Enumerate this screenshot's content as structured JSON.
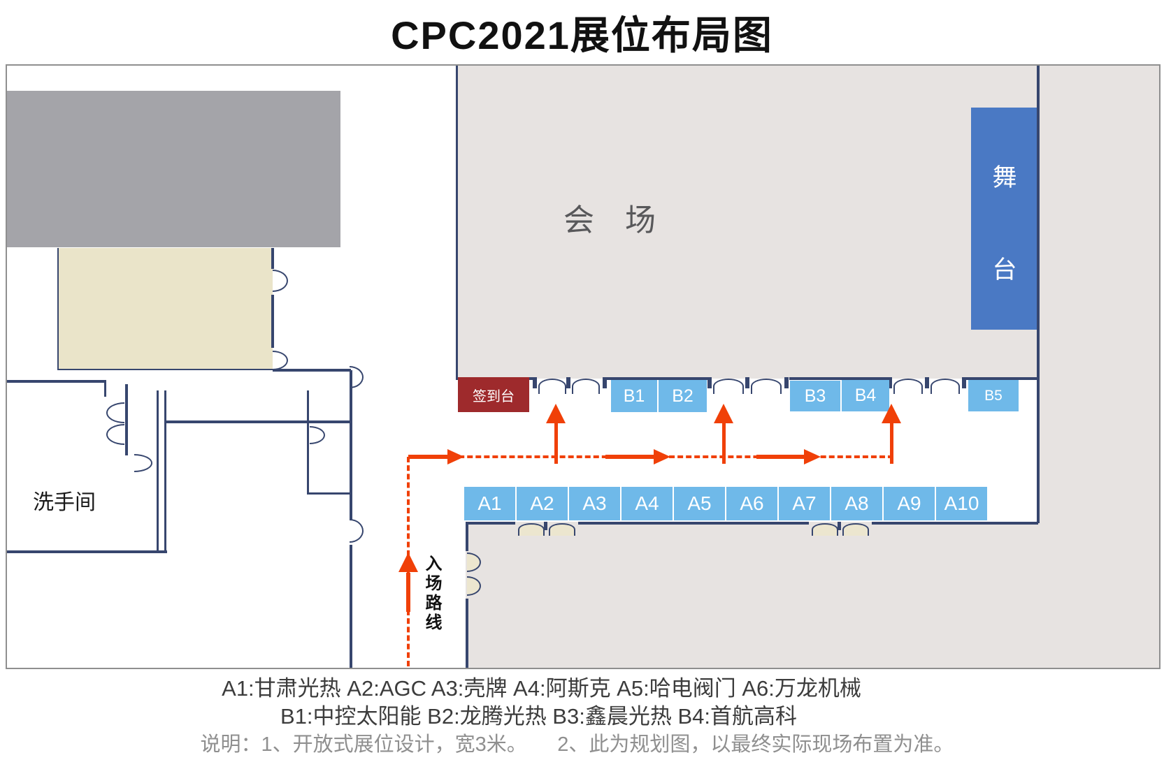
{
  "title": "CPC2021展位布局图",
  "plan": {
    "hall_label": "会　场",
    "stage": {
      "char1": "舞",
      "char2": "台"
    },
    "signin_label": "签到台",
    "restroom_label": "洗手间",
    "route_label": "入场路线",
    "a_booths": [
      "A1",
      "A2",
      "A3",
      "A4",
      "A5",
      "A6",
      "A7",
      "A8",
      "A9",
      "A10"
    ],
    "b_booths": [
      "B1",
      "B2",
      "B3",
      "B4",
      "B5"
    ]
  },
  "legend": {
    "line_a": "A1:甘肃光热  A2:AGC  A3:壳牌  A4:阿斯克  A5:哈电阀门  A6:万龙机械",
    "line_b": "B1:中控太阳能  B2:龙腾光热  B3:鑫晨光热  B4:首航高科",
    "note": "说明：1、开放式展位设计，宽3米。　　2、此为规划图，以最终实际现场布置为准。"
  },
  "colors": {
    "hall_fill": "#e7e3e1",
    "stage_blue": "#4a79c4",
    "booth_blue": "#6fb9e9",
    "signin_red": "#9e2a2c",
    "wall_navy": "#37466e",
    "route_orange": "#f04008",
    "gray_block": "#a4a4a9",
    "beige_room": "#eae4c9"
  }
}
